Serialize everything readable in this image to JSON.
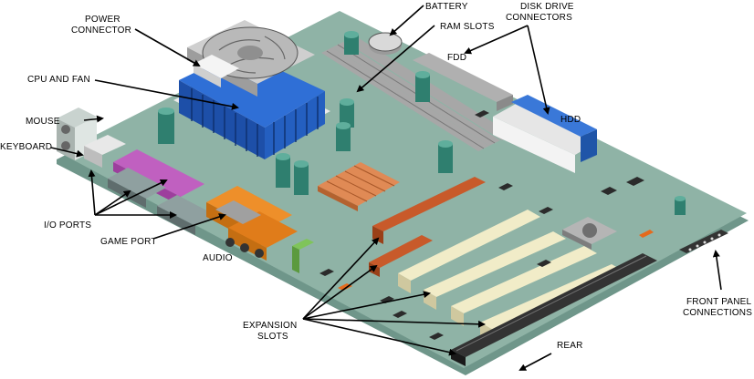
{
  "labels": {
    "power_connector": [
      "POWER",
      "CONNECTOR"
    ],
    "battery": "BATTERY",
    "ram_slots": "RAM SLOTS",
    "disk_drive_connectors": [
      "DISK DRIVE",
      "CONNECTORS"
    ],
    "fdd": "FDD",
    "hdd": "HDD",
    "cpu_and_fan": "CPU AND FAN",
    "mouse": "MOUSE",
    "keyboard": "KEYBOARD",
    "io_ports": "I/O PORTS",
    "game_port": "GAME PORT",
    "audio": "AUDIO",
    "expansion_slots": [
      "EXPANSION",
      "SLOTS"
    ],
    "rear": "REAR",
    "front_panel_connections": [
      "FRONT PANEL",
      "CONNECTIONS"
    ]
  },
  "colors": {
    "board": "#8fb3a6",
    "board_edge": "#6f968a",
    "cpu_heatsink": "#2f6fd6",
    "fan": "#b9b9b9",
    "ram_slot": "#a7a7a7",
    "capacitor": "#2f7f6f",
    "chipset": "#e08a55",
    "agp_slot": "#c85a2a",
    "pci_slot": "#f1ecc8",
    "isa_slot": "#333333",
    "ide_connector": "#3a78d8",
    "fdd_connector": "#b0b0b0",
    "io_parallel": "#c060c0",
    "io_serial": "#8fa0a0",
    "audio_block": "#ee8f2a",
    "ps2_ports": "#c9d3cf",
    "green_jack": "#7fc45a"
  },
  "icons": [
    "arrow-icon"
  ]
}
